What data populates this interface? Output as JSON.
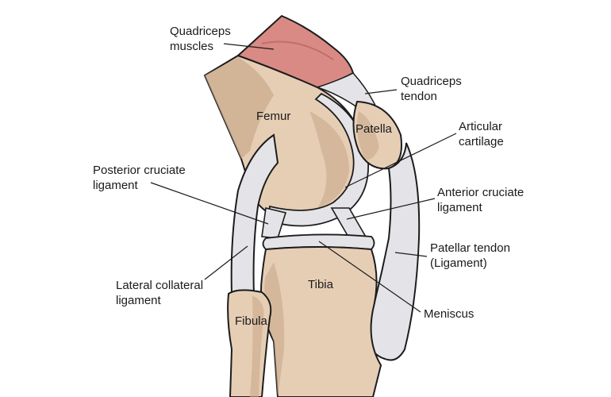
{
  "colors": {
    "bone": "#e6ceb5",
    "bone_shadow": "#c9a98a",
    "bone_dark": "#b08a6a",
    "cartilage": "#e4e4e8",
    "cartilage_shadow": "#b9b9c2",
    "muscle": "#d98a84",
    "outline": "#1c1c1c",
    "leader": "#1c1c1c",
    "background": "#ffffff"
  },
  "labels": {
    "quadriceps_muscles": [
      "Quadriceps",
      "muscles"
    ],
    "quadriceps_tendon": [
      "Quadriceps",
      "tendon"
    ],
    "femur": "Femur",
    "patella": "Patella",
    "articular_cartilage": [
      "Articular",
      "cartilage"
    ],
    "posterior_cruciate": [
      "Posterior cruciate",
      "ligament"
    ],
    "anterior_cruciate": [
      "Anterior cruciate",
      "ligament"
    ],
    "patellar_tendon": [
      "Patellar tendon",
      "(Ligament)"
    ],
    "lateral_collateral": [
      "Lateral collateral",
      "ligament"
    ],
    "tibia": "Tibia",
    "meniscus": "Meniscus",
    "fibula": "Fibula"
  }
}
